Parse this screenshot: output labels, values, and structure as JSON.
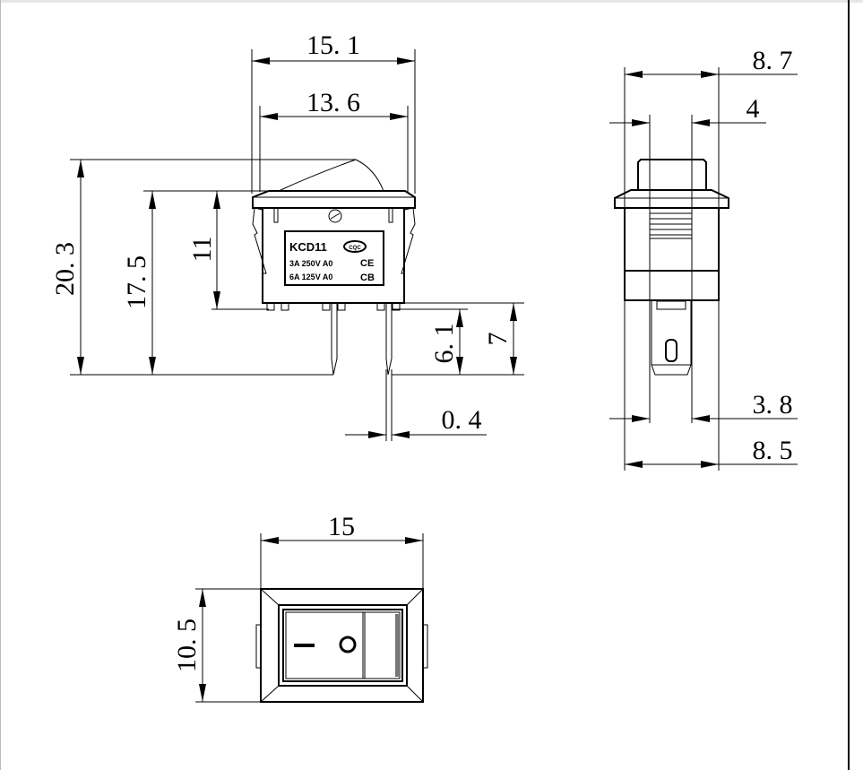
{
  "drawing": {
    "front_view": {
      "dimensions": {
        "overall_width": "15. 1",
        "flange_width": "13. 6",
        "total_height": "20. 3",
        "body_height": "17. 5",
        "housing_height": "11",
        "terminal_length": "6. 1",
        "terminal_total": "7",
        "terminal_thickness": "0. 4"
      },
      "label": {
        "model": "KCD11",
        "cert_mark": "CQC",
        "rating_1": "3A  250V  A0",
        "rating_1_mark": "CE",
        "rating_2": "6A  125V  A0",
        "rating_2_mark": "CB"
      }
    },
    "side_view": {
      "dimensions": {
        "flange_depth": "8. 7",
        "rocker_depth": "4",
        "terminal_width": "3. 8",
        "body_depth": "8. 5"
      }
    },
    "top_view": {
      "dimensions": {
        "width": "15",
        "height": "10. 5"
      },
      "symbols": {
        "on": "I",
        "off": "O"
      }
    }
  }
}
